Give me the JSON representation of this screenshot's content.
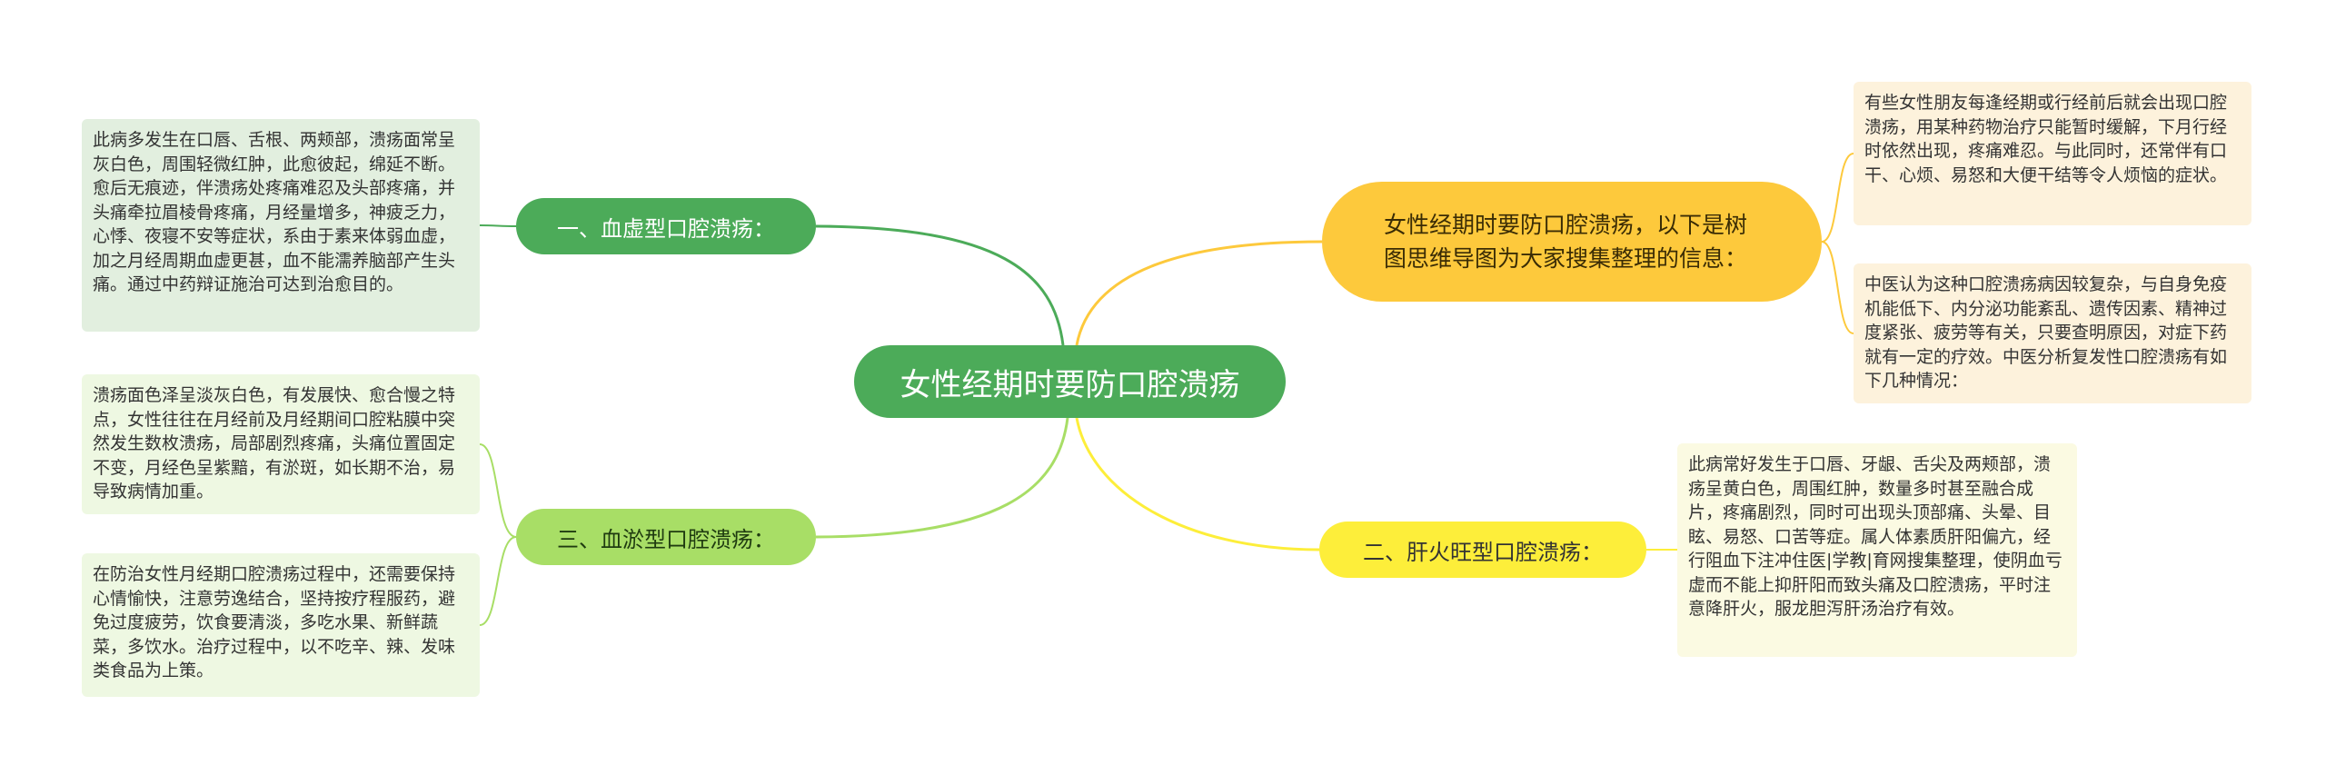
{
  "root": {
    "title": "女性经期时要防口腔溃疡"
  },
  "branches": {
    "b1": {
      "label": "一、血虚型口腔溃疡：",
      "leaf": "此病多发生在口唇、舌根、两颊部，溃疡面常呈灰白色，周围轻微红肿，此愈彼起，绵延不断。愈后无痕迹，伴溃疡处疼痛难忍及头部疼痛，并头痛牵拉眉棱骨疼痛，月经量增多，神疲乏力，心悸、夜寝不安等症状，系由于素来体弱血虚，加之月经周期血虚更甚，血不能濡养脑部产生头痛。通过中药辩证施治可达到治愈目的。"
    },
    "b2": {
      "label": "二、肝火旺型口腔溃疡：",
      "leaf": "此病常好发生于口唇、牙龈、舌尖及两颊部，溃疡呈黄白色，周围红肿，数量多时甚至融合成片，疼痛剧烈，同时可出现头顶部痛、头晕、目眩、易怒、口苦等症。属人体素质肝阳偏亢，经行阻血下注冲住医|学教|育网搜集整理，使阴血亏虚而不能上抑肝阳而致头痛及口腔溃疡，平时注意降肝火，服龙胆泻肝汤治疗有效。"
    },
    "b3": {
      "label": "三、血淤型口腔溃疡：",
      "leaf_a": "溃疡面色泽呈淡灰白色，有发展快、愈合慢之特点，女性往往在月经前及月经期间口腔粘膜中突然发生数枚溃疡，局部剧烈疼痛，头痛位置固定不变，月经色呈紫黯，有淤斑，如长期不治，易导致病情加重。",
      "leaf_b": "在防治女性月经期口腔溃疡过程中，还需要保持心情愉快，注意劳逸结合，坚持按疗程服药，避免过度疲劳，饮食要清淡，多吃水果、新鲜蔬菜，多饮水。治疗过程中，以不吃辛、辣、发味类食品为上策。"
    },
    "b4": {
      "label": "女性经期时要防口腔溃疡，以下是树图思维导图为大家搜集整理的信息：",
      "leaf_a": "有些女性朋友每逢经期或行经前后就会出现口腔溃疡，用某种药物治疗只能暂时缓解，下月行经时依然出现，疼痛难忍。与此同时，还常伴有口干、心烦、易怒和大便干结等令人烦恼的症状。",
      "leaf_b": "中医认为这种口腔溃疡病因较复杂，与自身免疫机能低下、内分泌功能紊乱、遗传因素、精神过度紧张、疲劳等有关，只要查明原因，对症下药就有一定的疗效。中医分析复发性口腔溃疡有如下几种情况："
    }
  },
  "colors": {
    "green_dark": "#4cab59",
    "green_light": "#a8de66",
    "yellow": "#fdee3a",
    "orange": "#fdc93c"
  }
}
